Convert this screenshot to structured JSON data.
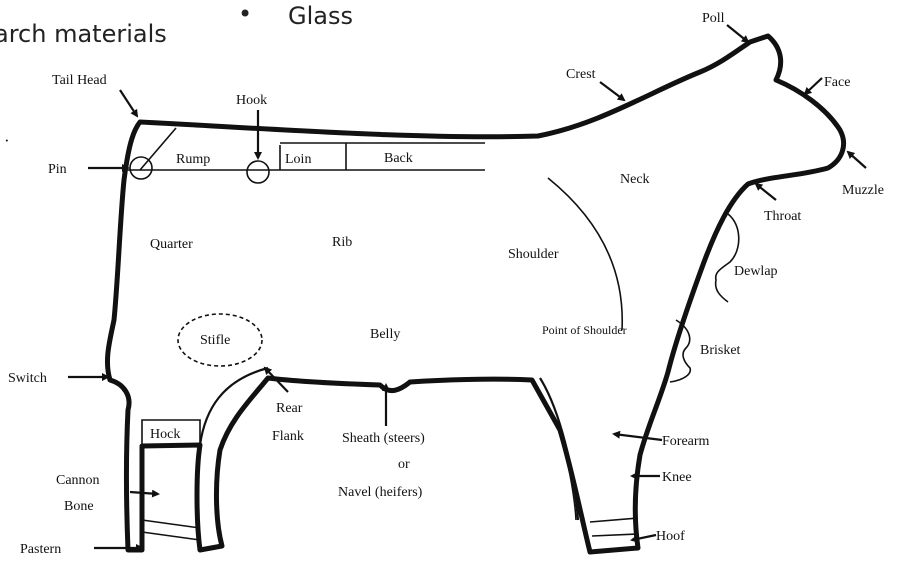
{
  "header": {
    "left_text": "arch materials",
    "bullet": "•",
    "right_text": "Glass",
    "stray_mark": "·"
  },
  "labels": {
    "tail_head": "Tail Head",
    "hook_top": "Hook",
    "pin": "Pin",
    "rump": "Rump",
    "loin": "Loin",
    "back": "Back",
    "crest": "Crest",
    "poll": "Poll",
    "face": "Face",
    "muzzle": "Muzzle",
    "neck": "Neck",
    "throat": "Throat",
    "quarter": "Quarter",
    "rib": "Rib",
    "shoulder": "Shoulder",
    "dewlap": "Dewlap",
    "stifle": "Stifle",
    "belly": "Belly",
    "point_of_shoulder": "Point of Shoulder",
    "brisket": "Brisket",
    "switch": "Switch",
    "rear_flank_line1": "Rear",
    "rear_flank_line2": "Flank",
    "sheath_line1": "Sheath (steers)",
    "sheath_line2": "or",
    "sheath_line3": "Navel (heifers)",
    "hock_leg": "Hock",
    "forearm": "Forearm",
    "cannon_line1": "Cannon",
    "cannon_line2": "Bone",
    "knee": "Knee",
    "pastern": "Pastern",
    "hoof": "Hoof"
  }
}
